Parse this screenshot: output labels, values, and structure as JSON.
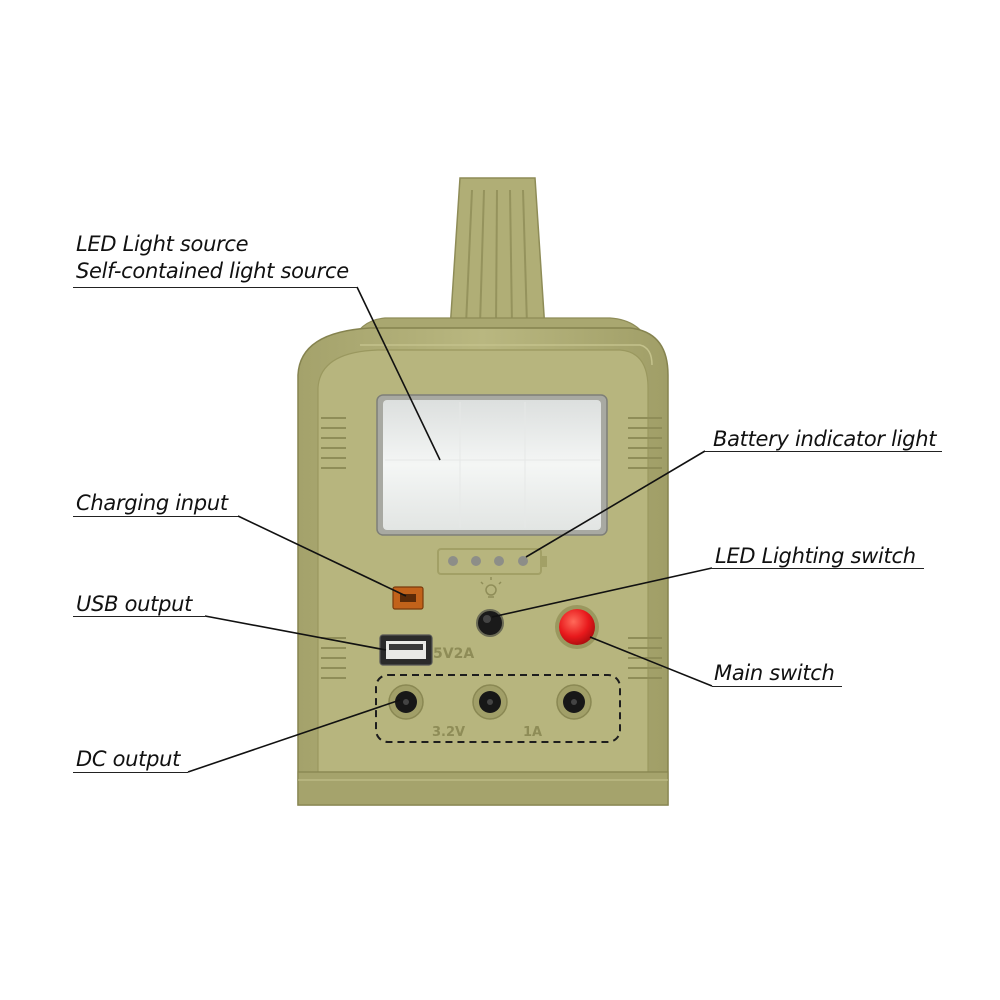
{
  "colors": {
    "body": "#b4b27b",
    "body_dark": "#9c9a64",
    "body_light": "#c9c795",
    "panel_glass": "#eef0ef",
    "main_switch": "#e8191c",
    "port_orange": "#d9731c"
  },
  "labels": {
    "led_source_line1": "LED Light source",
    "led_source_line2": "Self-contained light source",
    "battery_indicator": "Battery indicator light",
    "charging_input": "Charging input",
    "led_switch": "LED Lighting switch",
    "usb_output": "USB output",
    "main_switch": "Main switch",
    "dc_output": "DC output"
  },
  "device_markings": {
    "usb_rating": "5V2A",
    "dc_voltage": "3.2V",
    "dc_current": "1A"
  },
  "icons": {
    "led_switch": "lightbulb-icon",
    "battery": "battery-icon"
  },
  "battery_indicator": {
    "dots": 4
  }
}
